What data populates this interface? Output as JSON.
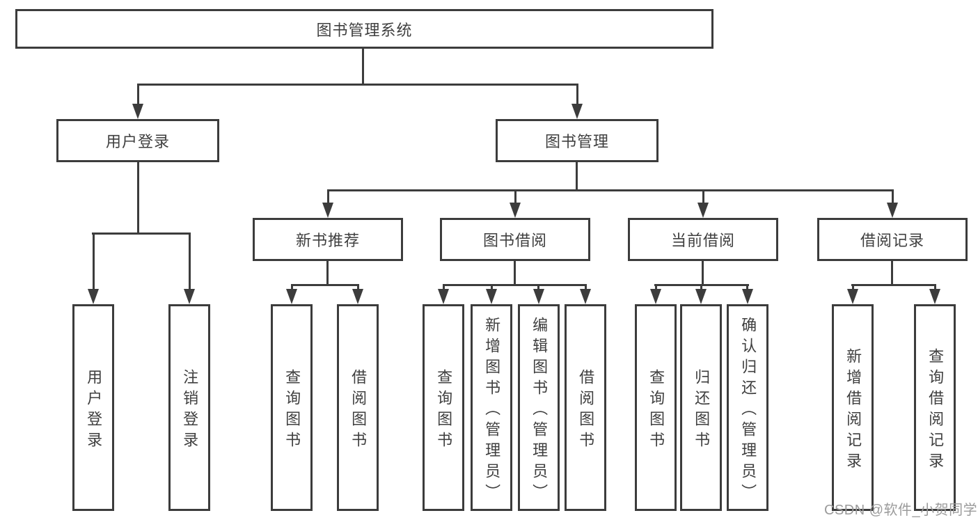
{
  "nodes": {
    "root": "图书管理系统",
    "user_login": "用户登录",
    "book_mgmt": "图书管理",
    "new_book": "新书推荐",
    "book_borrow": "图书借阅",
    "current_borrow": "当前借阅",
    "borrow_record": "借阅记录"
  },
  "leaves": {
    "user_login_children": [
      "用户登录",
      "注销登录"
    ],
    "new_book_children": [
      "查询图书",
      "借阅图书"
    ],
    "book_borrow_children": [
      "查询图书",
      "新增图书（管理员）",
      "编辑图书（管理员）",
      "借阅图书"
    ],
    "current_borrow_children": [
      "查询图书",
      "归还图书",
      "确认归还（管理员）"
    ],
    "borrow_record_children": [
      "新增借阅记录",
      "查询借阅记录"
    ]
  },
  "colors": {
    "line": "#3c3c3c",
    "text": "#3f3f3f",
    "watermark": "#9b9b9b"
  },
  "watermark": "CSDN @软件_小贺同学"
}
